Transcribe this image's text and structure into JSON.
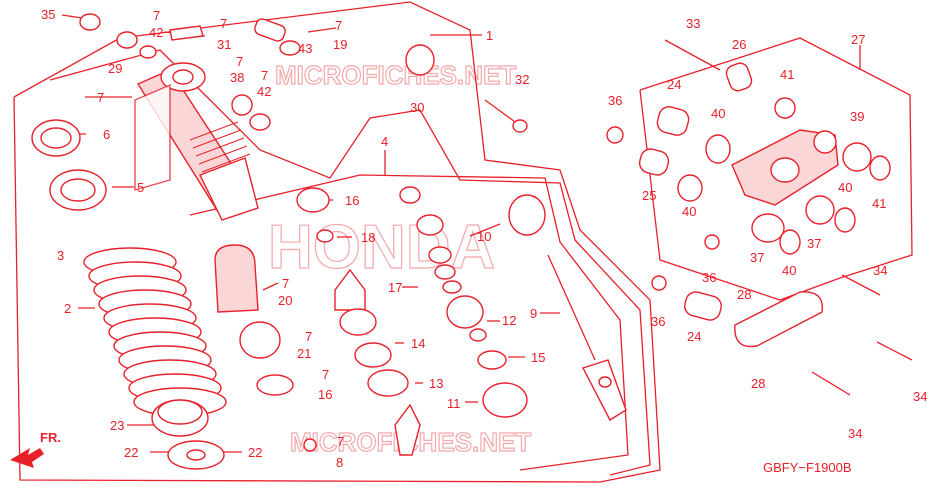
{
  "watermarks": {
    "brand": "HONDA",
    "site_top": "MICROFICHES.NET",
    "site_bottom": "MICROFICHES.NET"
  },
  "diagram_code": "GBFY−F1900B",
  "front_label": "FR.",
  "callouts": [
    {
      "id": "c35",
      "text": "35"
    },
    {
      "id": "c29",
      "text": "29"
    },
    {
      "id": "c7a",
      "text": "7"
    },
    {
      "id": "c42a",
      "text": "42"
    },
    {
      "id": "c7b",
      "text": "7"
    },
    {
      "id": "c31",
      "text": "31"
    },
    {
      "id": "c7c",
      "text": "7"
    },
    {
      "id": "c43",
      "text": "43"
    },
    {
      "id": "c19",
      "text": "19"
    },
    {
      "id": "c1",
      "text": "1"
    },
    {
      "id": "c27",
      "text": "27"
    },
    {
      "id": "c33",
      "text": "33"
    },
    {
      "id": "c26",
      "text": "26"
    },
    {
      "id": "c7d",
      "text": "7"
    },
    {
      "id": "c38",
      "text": "38"
    },
    {
      "id": "c7e",
      "text": "7"
    },
    {
      "id": "c42b",
      "text": "42"
    },
    {
      "id": "c7f",
      "text": "7"
    },
    {
      "id": "c30",
      "text": "30"
    },
    {
      "id": "c32",
      "text": "32"
    },
    {
      "id": "c24a",
      "text": "24"
    },
    {
      "id": "c41a",
      "text": "41"
    },
    {
      "id": "c36a",
      "text": "36"
    },
    {
      "id": "c6",
      "text": "6"
    },
    {
      "id": "c4",
      "text": "4"
    },
    {
      "id": "c40a",
      "text": "40"
    },
    {
      "id": "c39",
      "text": "39"
    },
    {
      "id": "c5",
      "text": "5"
    },
    {
      "id": "c25",
      "text": "25"
    },
    {
      "id": "c40b",
      "text": "40"
    },
    {
      "id": "c40c",
      "text": "40"
    },
    {
      "id": "c41b",
      "text": "41"
    },
    {
      "id": "c16a",
      "text": "16"
    },
    {
      "id": "c10",
      "text": "10"
    },
    {
      "id": "c3",
      "text": "3"
    },
    {
      "id": "c18",
      "text": "18"
    },
    {
      "id": "c37a",
      "text": "37"
    },
    {
      "id": "c37b",
      "text": "37"
    },
    {
      "id": "c40d",
      "text": "40"
    },
    {
      "id": "c36b",
      "text": "36"
    },
    {
      "id": "c2",
      "text": "2"
    },
    {
      "id": "c7g",
      "text": "7"
    },
    {
      "id": "c20",
      "text": "20"
    },
    {
      "id": "c17",
      "text": "17"
    },
    {
      "id": "c34a",
      "text": "34"
    },
    {
      "id": "c28a",
      "text": "28"
    },
    {
      "id": "c9",
      "text": "9"
    },
    {
      "id": "c12",
      "text": "12"
    },
    {
      "id": "c36c",
      "text": "36"
    },
    {
      "id": "c24b",
      "text": "24"
    },
    {
      "id": "c14",
      "text": "14"
    },
    {
      "id": "c7h",
      "text": "7"
    },
    {
      "id": "c21",
      "text": "21"
    },
    {
      "id": "c15",
      "text": "15"
    },
    {
      "id": "c7i",
      "text": "7"
    },
    {
      "id": "c16b",
      "text": "16"
    },
    {
      "id": "c13",
      "text": "13"
    },
    {
      "id": "c28b",
      "text": "28"
    },
    {
      "id": "c34b",
      "text": "34"
    },
    {
      "id": "c11",
      "text": "11"
    },
    {
      "id": "c23",
      "text": "23"
    },
    {
      "id": "c34c",
      "text": "34"
    },
    {
      "id": "c22a",
      "text": "22"
    },
    {
      "id": "c22b",
      "text": "22"
    },
    {
      "id": "c7j",
      "text": "7"
    },
    {
      "id": "c8",
      "text": "8"
    }
  ]
}
